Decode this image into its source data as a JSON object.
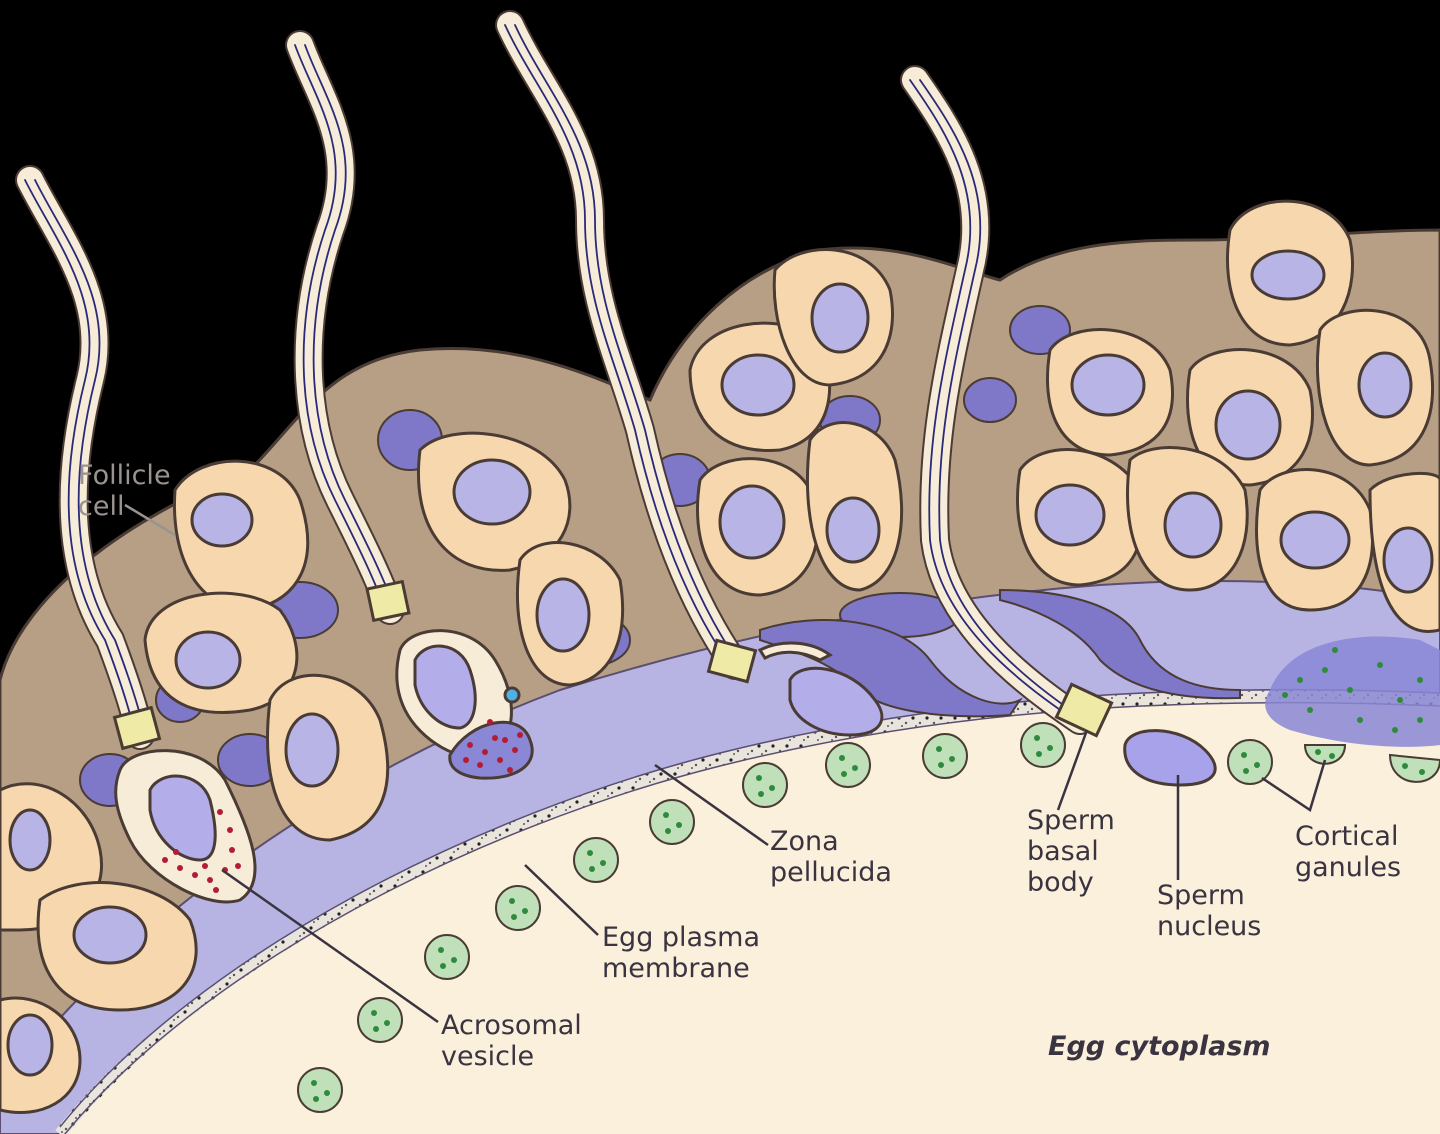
{
  "labels": {
    "follicle_cell": [
      "Follicle",
      "cell"
    ],
    "zona_pellucida": [
      "Zona",
      "pellucida"
    ],
    "egg_plasma_membrane": [
      "Egg plasma",
      "membrane"
    ],
    "acrosomal_vesicle": [
      "Acrosomal",
      "vesicle"
    ],
    "sperm_basal_body": [
      "Sperm",
      "basal",
      "body"
    ],
    "sperm_nucleus": [
      "Sperm",
      "nucleus"
    ],
    "cortical_granules": [
      "Cortical",
      "ganules"
    ],
    "egg_cytoplasm": "Egg cytoplasm"
  },
  "colors": {
    "background": "#000000",
    "egg_cytoplasm": "#fbf0dc",
    "follicle_cell": "#f7d8ae",
    "follicle_nucleus": "#b8b4e6",
    "zona_pellucida": "#b7b3e3",
    "matrix": "#b79f85",
    "dark_cell": "#7f78c8",
    "cortical_granule": "#bfe0b9",
    "granule_dot": "#2f8b3c",
    "acrosome_dot": "#b21d35",
    "basal_body": "#efeaa5",
    "tail_line": "#2a2a78",
    "outline": "#4a3b34"
  }
}
